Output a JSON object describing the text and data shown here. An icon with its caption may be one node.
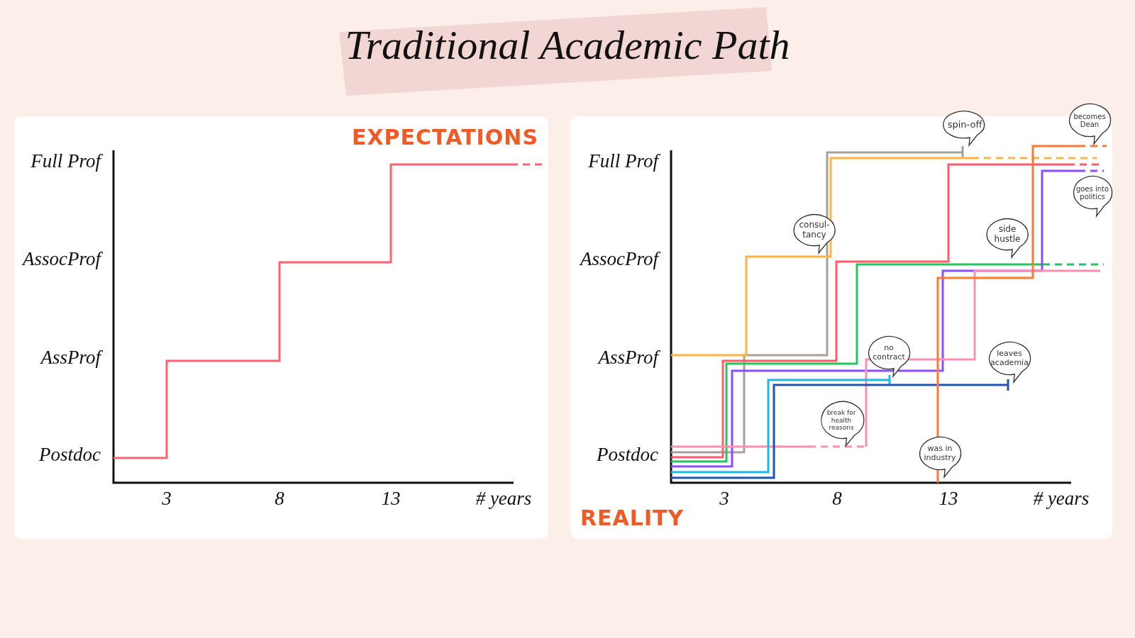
{
  "diagram": {
    "title": "Traditional Academic Path",
    "nodes": [
      {
        "text": [
          "EXPECTATIONS"
        ]
      },
      {
        "text": [
          "REALITY"
        ]
      },
      {
        "text": [
          "spin-off"
        ],
        "in": 1
      },
      {
        "text": [
          "becomes Dean"
        ],
        "in": 1
      },
      {
        "text": [
          "goes into politics"
        ],
        "in": 1
      },
      {
        "text": [
          "consul- tancy"
        ],
        "in": 1
      },
      {
        "text": [
          "side hustle"
        ],
        "in": 1
      },
      {
        "text": [
          "no contract"
        ],
        "in": 1
      },
      {
        "text": [
          "leaves academia"
        ],
        "in": 1
      },
      {
        "text": [
          "break for health reasons"
        ],
        "in": 1
      },
      {
        "text": [
          "was in industry"
        ],
        "in": 1
      }
    ],
    "labels": [
      "Full Prof",
      "AssocProf",
      "AssProf",
      "Postdoc",
      "3",
      "8",
      "13",
      "# years",
      "Full Prof",
      "AssocProf",
      "AssProf",
      "Postdoc",
      "3",
      "8",
      "13",
      "# years"
    ]
  }
}
